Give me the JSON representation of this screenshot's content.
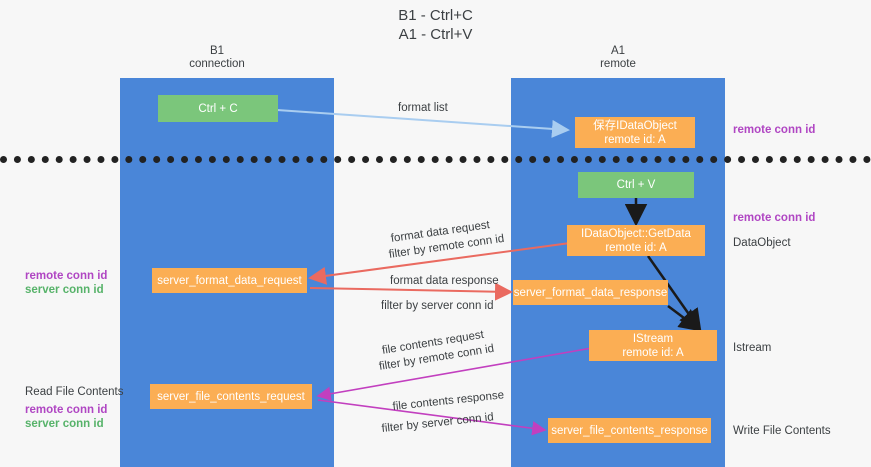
{
  "title": {
    "line1": "B1 - Ctrl+C",
    "line2": "A1 - Ctrl+V"
  },
  "columns": {
    "left": {
      "name": "B1",
      "role": "connection"
    },
    "right": {
      "name": "A1",
      "role": "remote"
    }
  },
  "boxes": {
    "ctrl_c": {
      "label": "Ctrl + C"
    },
    "save_idataobject": {
      "line1": "保存IDataObject",
      "line2": "remote id: A"
    },
    "ctrl_v": {
      "label": "Ctrl + V"
    },
    "getdata": {
      "line1": "IDataObject::GetData",
      "line2": "remote id: A"
    },
    "server_format_data_request": {
      "label": "server_format_data_request"
    },
    "server_format_data_response": {
      "label": "server_format_data_response"
    },
    "istream": {
      "line1": "IStream",
      "line2": "remote id: A"
    },
    "server_file_contents_request": {
      "label": "server_file_contents_request"
    },
    "server_file_contents_response": {
      "label": "server_file_contents_response"
    }
  },
  "flows": {
    "format_list": {
      "label": "format list"
    },
    "format_data_request": {
      "label": "format data request",
      "filter_prefix": "filter by ",
      "filter_key": "remote conn id"
    },
    "format_data_response": {
      "label": "format data response",
      "filter_prefix": "filter by ",
      "filter_key": "server conn id"
    },
    "file_contents_request": {
      "label": "file contents request",
      "filter_prefix": "filter by ",
      "filter_key": "remote conn id"
    },
    "file_contents_response": {
      "label": "file contents response",
      "filter_prefix": "filter by ",
      "filter_key": "server conn id"
    }
  },
  "right_annotations": {
    "remote_conn_id_top": "remote conn id",
    "remote_conn_id_middle": "remote conn id",
    "dataobject": "DataObject",
    "istream": "Istream",
    "write_file_contents": "Write File Contents"
  },
  "left_annotations": {
    "remote_conn_id_1": "remote conn id",
    "server_conn_id_1": "server conn id",
    "read_file_contents": "Read File Contents",
    "remote_conn_id_2": "remote conn id",
    "server_conn_id_2": "server conn id"
  },
  "colors": {
    "lane": "#4a86d8",
    "green_box": "#7bc67b",
    "orange_box": "#fbae54",
    "purple_text": "#b046c3",
    "green_text": "#57b36a",
    "arrow_light_blue": "#a9cdf0",
    "arrow_red": "#ea6a60",
    "arrow_magenta": "#c23fbf",
    "arrow_black": "#1a1a1a",
    "background": "#f7f7f7"
  }
}
